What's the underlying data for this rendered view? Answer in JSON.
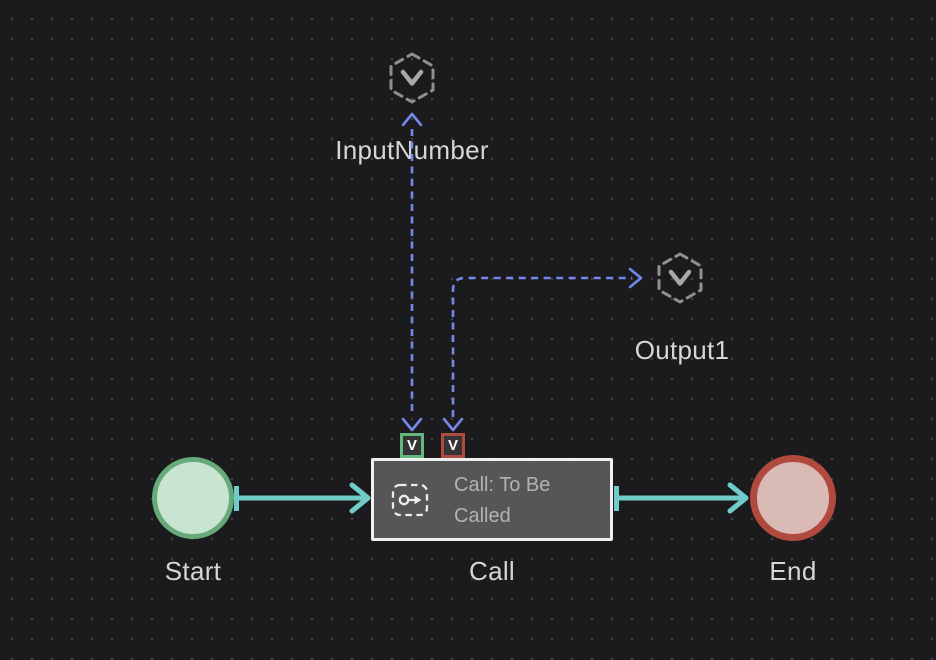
{
  "app": {
    "view": "workflow-diagram-canvas"
  },
  "colors": {
    "canvas_bg": "#1b1b1d",
    "grid_dot": "#414143",
    "flow_edge": "#6fccc8",
    "variable_edge": "#7488ec",
    "start_fill": "#c7e5d0",
    "start_border": "#67aa79",
    "end_fill": "#d9bab5",
    "end_border": "#b14a3e",
    "call_fill": "#565659",
    "call_border": "#f0f0f0",
    "input_badge": "#64b87e",
    "output_badge": "#b14a3e",
    "hexagon_stroke": "#8f8f91",
    "label_text": "#d6d6d7",
    "call_title_text": "#b2b2b4"
  },
  "nodes": {
    "start": {
      "type": "start-event",
      "label": "Start"
    },
    "call": {
      "type": "call-activity",
      "label": "Call",
      "title": "Call: To Be Called"
    },
    "end": {
      "type": "end-event",
      "label": "End"
    },
    "input_variable": {
      "type": "variable",
      "label": "InputNumber",
      "badge": "V",
      "badge_color": "#64b87e"
    },
    "output_variable": {
      "type": "variable",
      "label": "Output1",
      "badge": "V",
      "badge_color": "#b14a3e"
    }
  },
  "edges": [
    {
      "from": "Start",
      "to": "Call",
      "style": "solid",
      "color": "#6fccc8"
    },
    {
      "from": "Call",
      "to": "End",
      "style": "solid",
      "color": "#6fccc8"
    },
    {
      "from": "Call",
      "to": "InputNumber",
      "style": "dashed",
      "color": "#7488ec",
      "arrows": "both-ends"
    },
    {
      "from": "Call",
      "to": "Output1",
      "style": "dashed",
      "color": "#7488ec",
      "arrows": "both-ends"
    }
  ]
}
